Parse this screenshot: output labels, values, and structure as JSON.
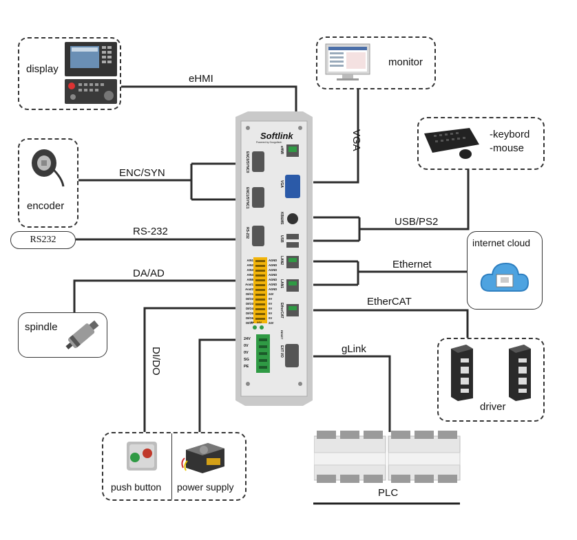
{
  "devices": {
    "display": "display",
    "monitor": "monitor",
    "keyboard_mouse": "-keybord\n-mouse",
    "keyboard_line1": "-keybord",
    "keyboard_line2": "-mouse",
    "encoder": "encoder",
    "rs232_box": "RS232",
    "internet_cloud": "internet cloud",
    "spindle": "spindle",
    "driver": "driver",
    "push_button": "push button",
    "power_supply": "power supply",
    "plc": "PLC"
  },
  "connections": {
    "ehmi": "eHMI",
    "vga": "VGA",
    "enc_syn": "ENC/SYN",
    "rs232": "RS-232",
    "usb_ps2": "USB/PS2",
    "ethernet": "Ethernet",
    "da_ad": "DA/AD",
    "ethercat": "EtherCAT",
    "di_do": "DI/DO",
    "glink": "gLink"
  },
  "controller": {
    "brand": "Softlink",
    "tagline": "Powered by Googoltech",
    "port_labels": {
      "enc0": "ENC0/SYNC0",
      "enc1": "ENC1/SYNC1",
      "rs232": "RS-232",
      "ehmi": "eHMI",
      "vga": "VGA",
      "kbms": "KB&MS",
      "usb": "USB",
      "lan2": "LAN2",
      "lan1": "LAN1",
      "ethercat": "EtherCAT",
      "reset": "RESET",
      "ext_io": "EXT I/O"
    },
    "terminal_left": [
      "AIN1",
      "AIN2",
      "AIN3",
      "AIN4",
      "AIN5",
      "Aout1",
      "Aout2",
      "DI/O1",
      "DI/O2",
      "DI/O3",
      "DI/O4",
      "DI/O5",
      "DI/O6",
      "DI/O7"
    ],
    "terminal_right": [
      "AGND",
      "AGND",
      "AGND",
      "AGND",
      "AGND",
      "AGND",
      "AGND",
      "24V",
      "0V",
      "0V",
      "0V",
      "5V",
      "0V",
      "24V"
    ],
    "power_terminal": [
      "24V",
      "0V",
      "0V",
      "SG",
      "PE"
    ],
    "led_labels": [
      "5V",
      "24V"
    ]
  }
}
